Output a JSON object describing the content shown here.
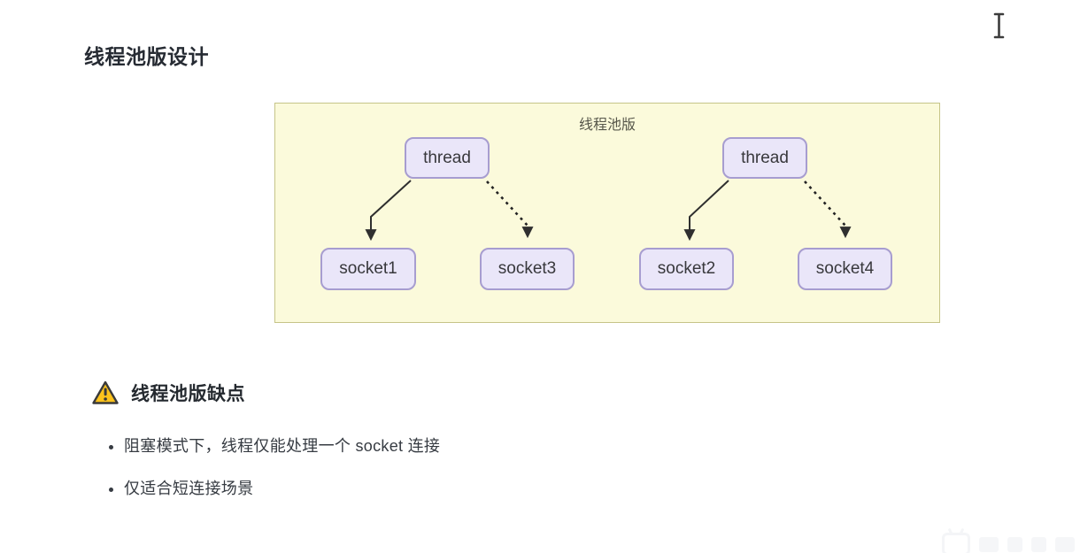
{
  "page": {
    "title": "线程池版设计"
  },
  "diagram": {
    "label": "线程池版",
    "panel_background": "#fbfadb",
    "panel_border": "#c6c488",
    "node_fill": "#eae6f9",
    "node_border": "#a79dd0",
    "arrow_color": "#333333",
    "nodes": {
      "thread1": "thread",
      "thread2": "thread",
      "socket1": "socket1",
      "socket2": "socket2",
      "socket3": "socket3",
      "socket4": "socket4"
    },
    "edges": [
      {
        "from": "thread1",
        "to": "socket1",
        "style": "solid"
      },
      {
        "from": "thread1",
        "to": "socket3",
        "style": "dashed"
      },
      {
        "from": "thread2",
        "to": "socket2",
        "style": "solid"
      },
      {
        "from": "thread2",
        "to": "socket4",
        "style": "dashed"
      }
    ]
  },
  "warning": {
    "icon": "warning-triangle-icon",
    "icon_color": "#fcc21c",
    "title": "线程池版缺点",
    "bullets": [
      "阻塞模式下，线程仅能处理一个 socket 连接",
      "仅适合短连接场景"
    ]
  },
  "cursor": {
    "type": "text-ibeam"
  }
}
